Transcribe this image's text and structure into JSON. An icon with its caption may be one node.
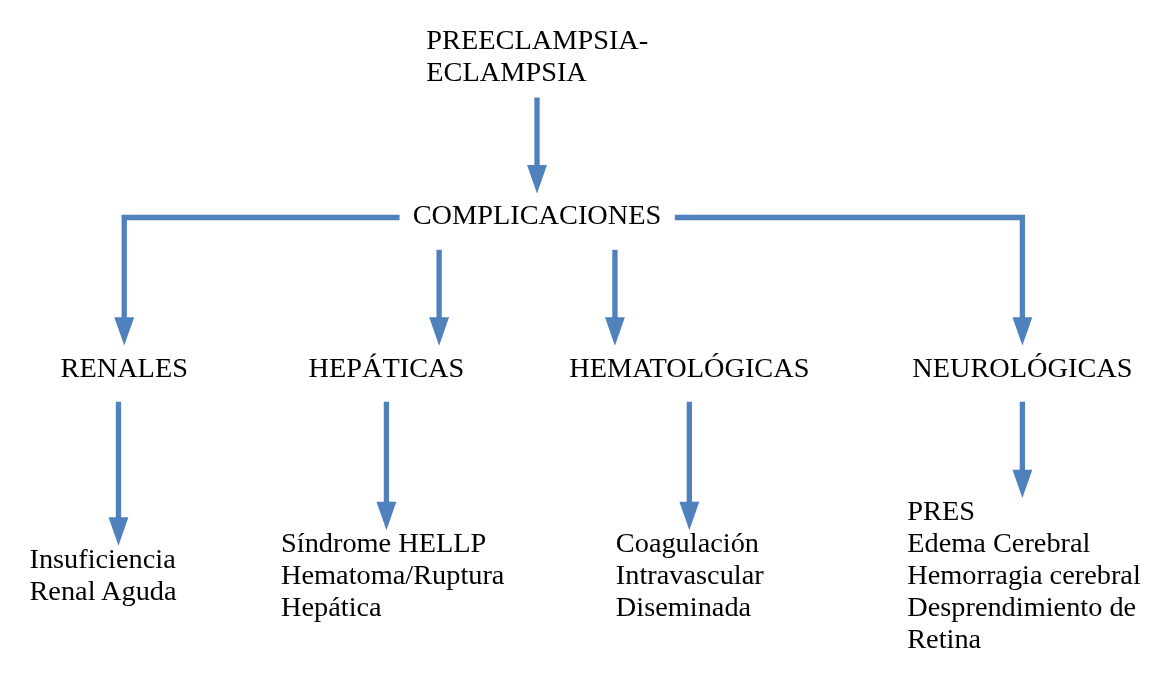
{
  "diagram": {
    "nodes": [
      {
        "text": [
          "PREECLAMPSIA-ECLAMPSIA"
        ]
      },
      {
        "text": [
          "COMPLICACIONES"
        ]
      },
      {
        "text": [
          "RENALES"
        ]
      },
      {
        "text": [
          "HEPÁTICAS"
        ]
      },
      {
        "text": [
          "HEMATOLÓGICAS"
        ]
      },
      {
        "text": [
          "NEUROLÓGICAS"
        ]
      },
      {
        "text": [
          "Insuficiencia Renal Aguda"
        ]
      },
      {
        "text": [
          "Síndrome HELLP",
          "Hematoma/Ruptura Hepática"
        ]
      },
      {
        "text": [
          "Coagulación Intravascular Diseminada"
        ]
      },
      {
        "text": [
          "PRES",
          "Edema Cerebral",
          "Hemorragia cerebral",
          "Desprendimiento de Retina"
        ]
      }
    ],
    "edges": [
      {
        "from": 0,
        "to": 1,
        "arrow": "to"
      },
      {
        "from": 1,
        "to": 2,
        "arrow": "to"
      },
      {
        "from": 1,
        "to": 3,
        "arrow": "to"
      },
      {
        "from": 1,
        "to": 4,
        "arrow": "to"
      },
      {
        "from": 1,
        "to": 5,
        "arrow": "to"
      },
      {
        "from": 2,
        "to": 6,
        "arrow": "to"
      },
      {
        "from": 3,
        "to": 7,
        "arrow": "to"
      },
      {
        "from": 4,
        "to": 8,
        "arrow": "to"
      },
      {
        "from": 5,
        "to": 9,
        "arrow": "to"
      }
    ]
  }
}
